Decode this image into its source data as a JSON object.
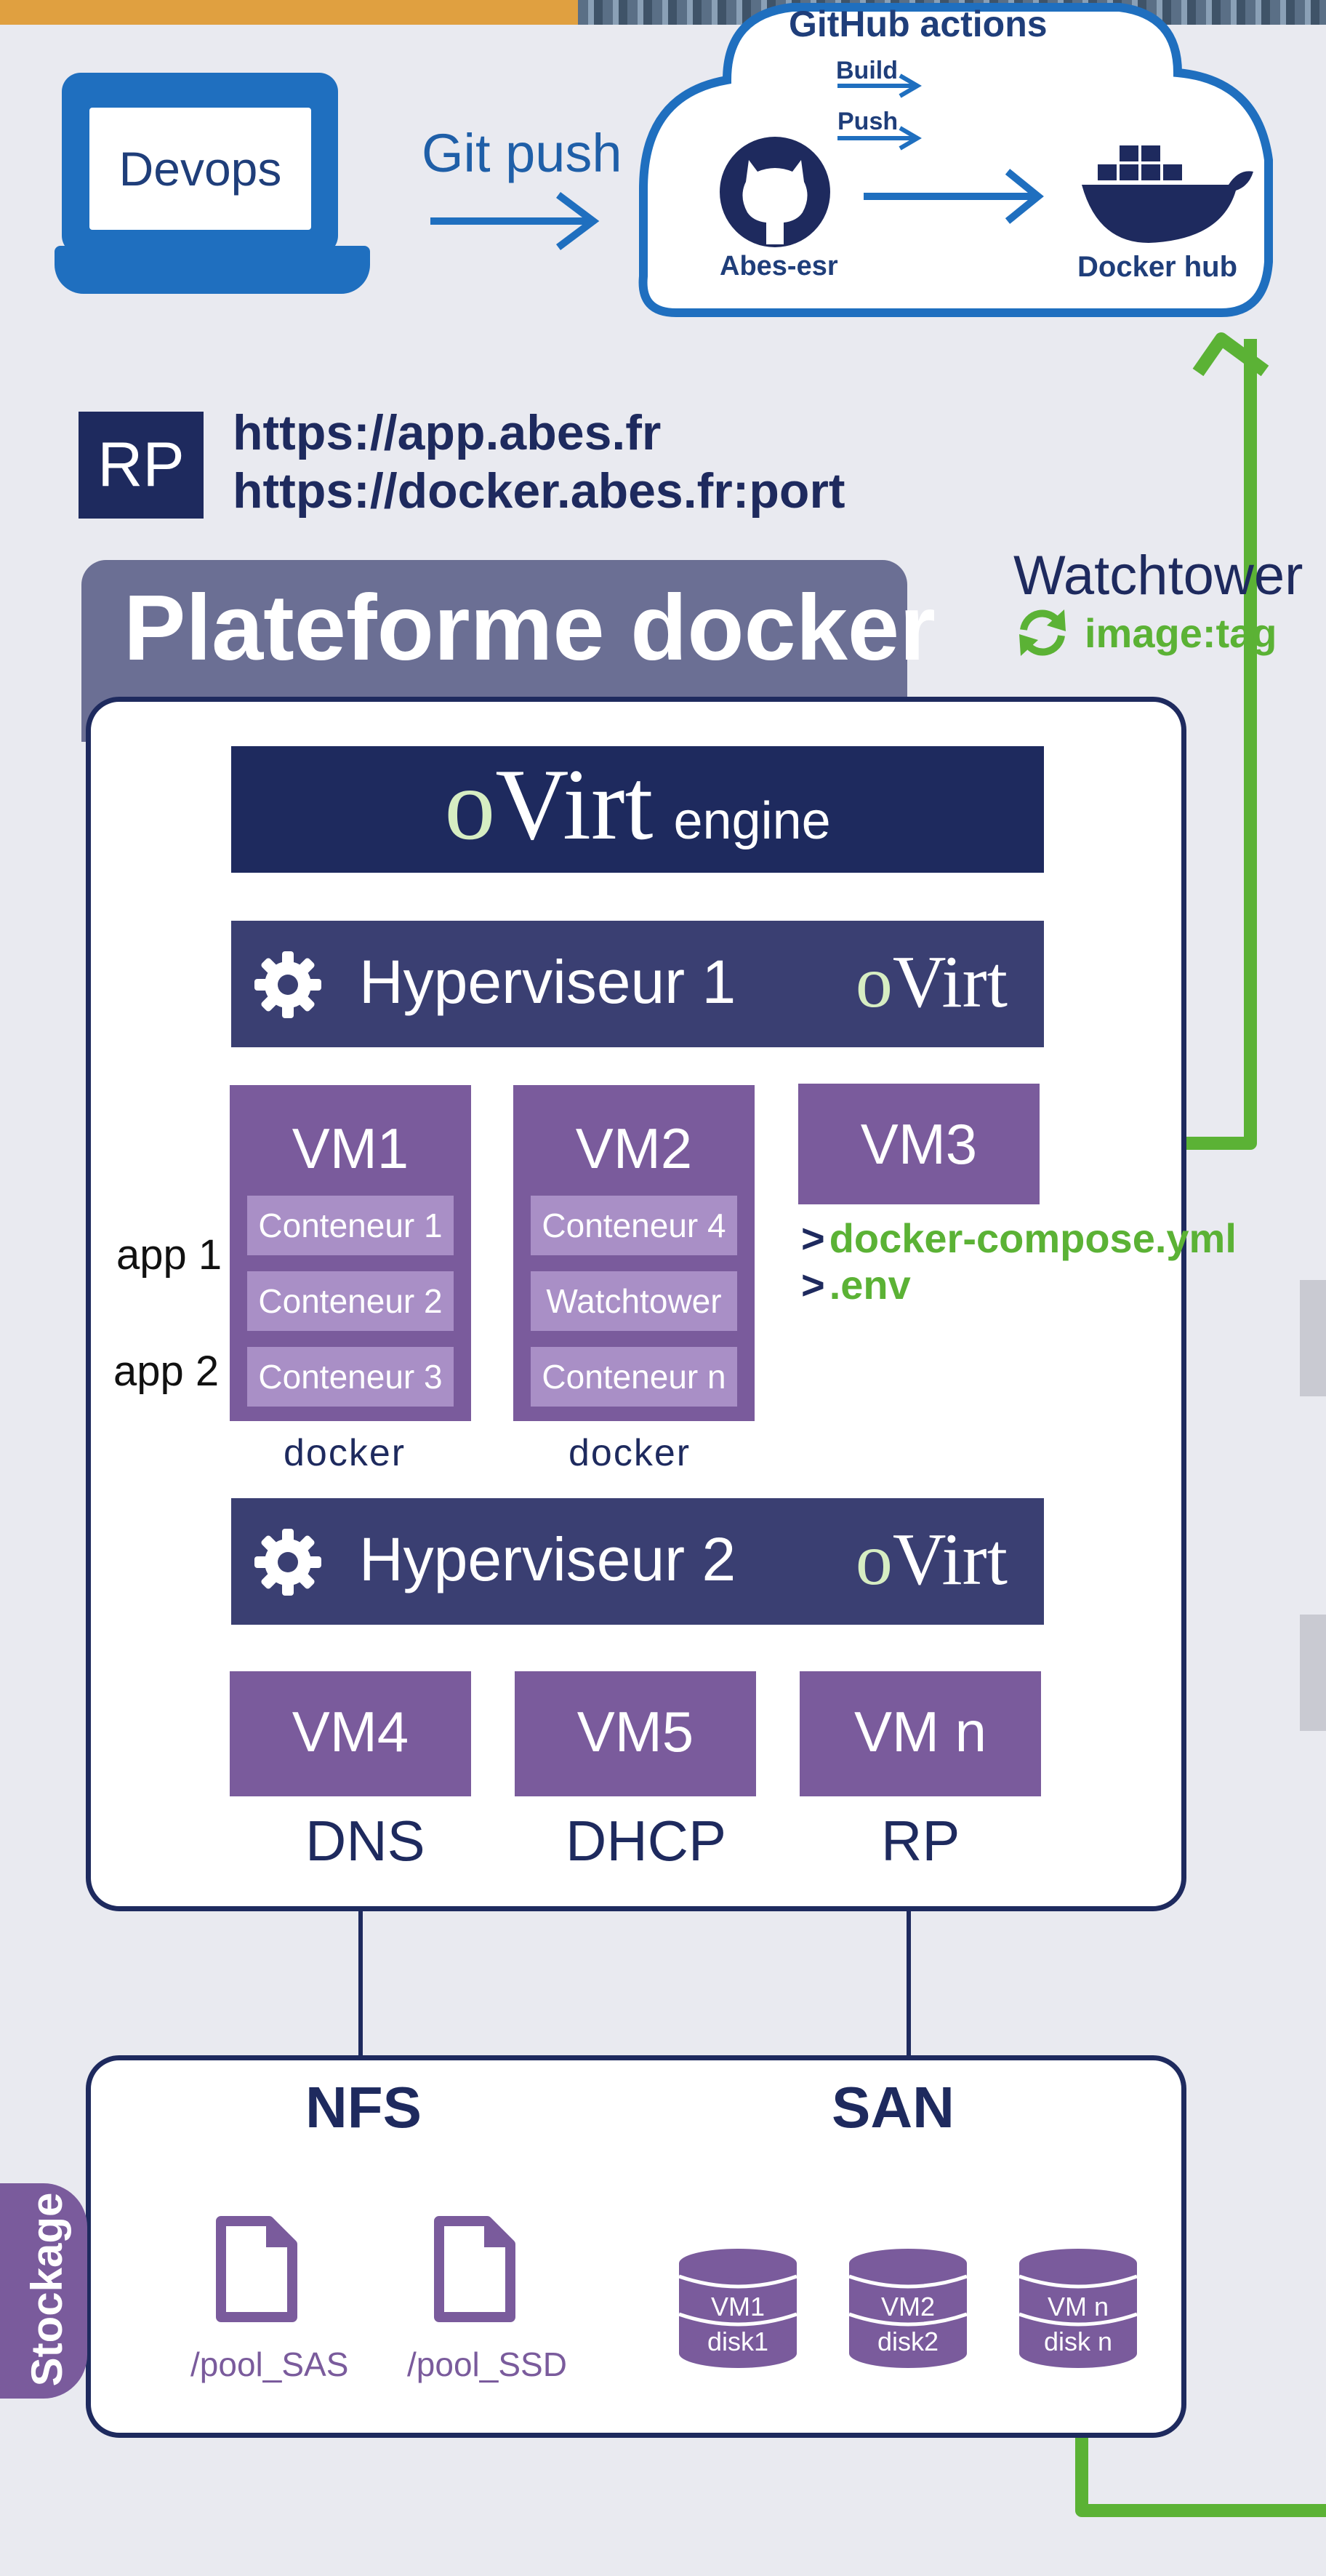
{
  "devops": {
    "label": "Devops"
  },
  "git_push": "Git push",
  "github": {
    "title": "GitHub actions",
    "build": "Build",
    "push": "Push",
    "repo": "Abes-esr",
    "registry": "Docker hub"
  },
  "rp": {
    "badge": "RP",
    "urls": [
      "https://app.abes.fr",
      "https://docker.abes.fr:port"
    ]
  },
  "watchtower": {
    "title": "Watchtower",
    "tag": "image:tag"
  },
  "platform": {
    "title": "Plateforme docker",
    "engine": {
      "brand": "oVirt",
      "label": "engine"
    },
    "hypervisors": [
      {
        "label": "Hyperviseur 1",
        "brand": "oVirt"
      },
      {
        "label": "Hyperviseur 2",
        "brand": "oVirt"
      }
    ],
    "vms": [
      {
        "name": "VM1",
        "containers": [
          "Conteneur 1",
          "Conteneur 2",
          "Conteneur 3"
        ],
        "runtime": "docker"
      },
      {
        "name": "VM2",
        "containers": [
          "Conteneur 4",
          "Watchtower",
          "Conteneur n"
        ],
        "runtime": "docker"
      },
      {
        "name": "VM3",
        "files": [
          "docker-compose.yml",
          ".env"
        ]
      },
      {
        "name": "VM4",
        "role": "DNS"
      },
      {
        "name": "VM5",
        "role": "DHCP"
      },
      {
        "name": "VM n",
        "role": "RP"
      }
    ],
    "apps": [
      "app 1",
      "app 2"
    ]
  },
  "storage": {
    "tab": "Stockage",
    "nfs": {
      "title": "NFS",
      "pools": [
        "/pool_SAS",
        "/pool_SSD"
      ]
    },
    "san": {
      "title": "SAN",
      "disks": [
        {
          "vm": "VM1",
          "disk": "disk1"
        },
        {
          "vm": "VM2",
          "disk": "disk2"
        },
        {
          "vm": "VM n",
          "disk": "disk n"
        }
      ]
    }
  },
  "colors": {
    "navy": "#1e2a5e",
    "blue": "#1f6fbf",
    "purple": "#7a5b9c",
    "light_purple": "#a98fc6",
    "green": "#5bb235",
    "orange": "#e0a040"
  },
  "icons": [
    "laptop-icon",
    "github-icon",
    "docker-whale-icon",
    "refresh-icon",
    "gear-icon",
    "file-icon",
    "database-icon"
  ]
}
